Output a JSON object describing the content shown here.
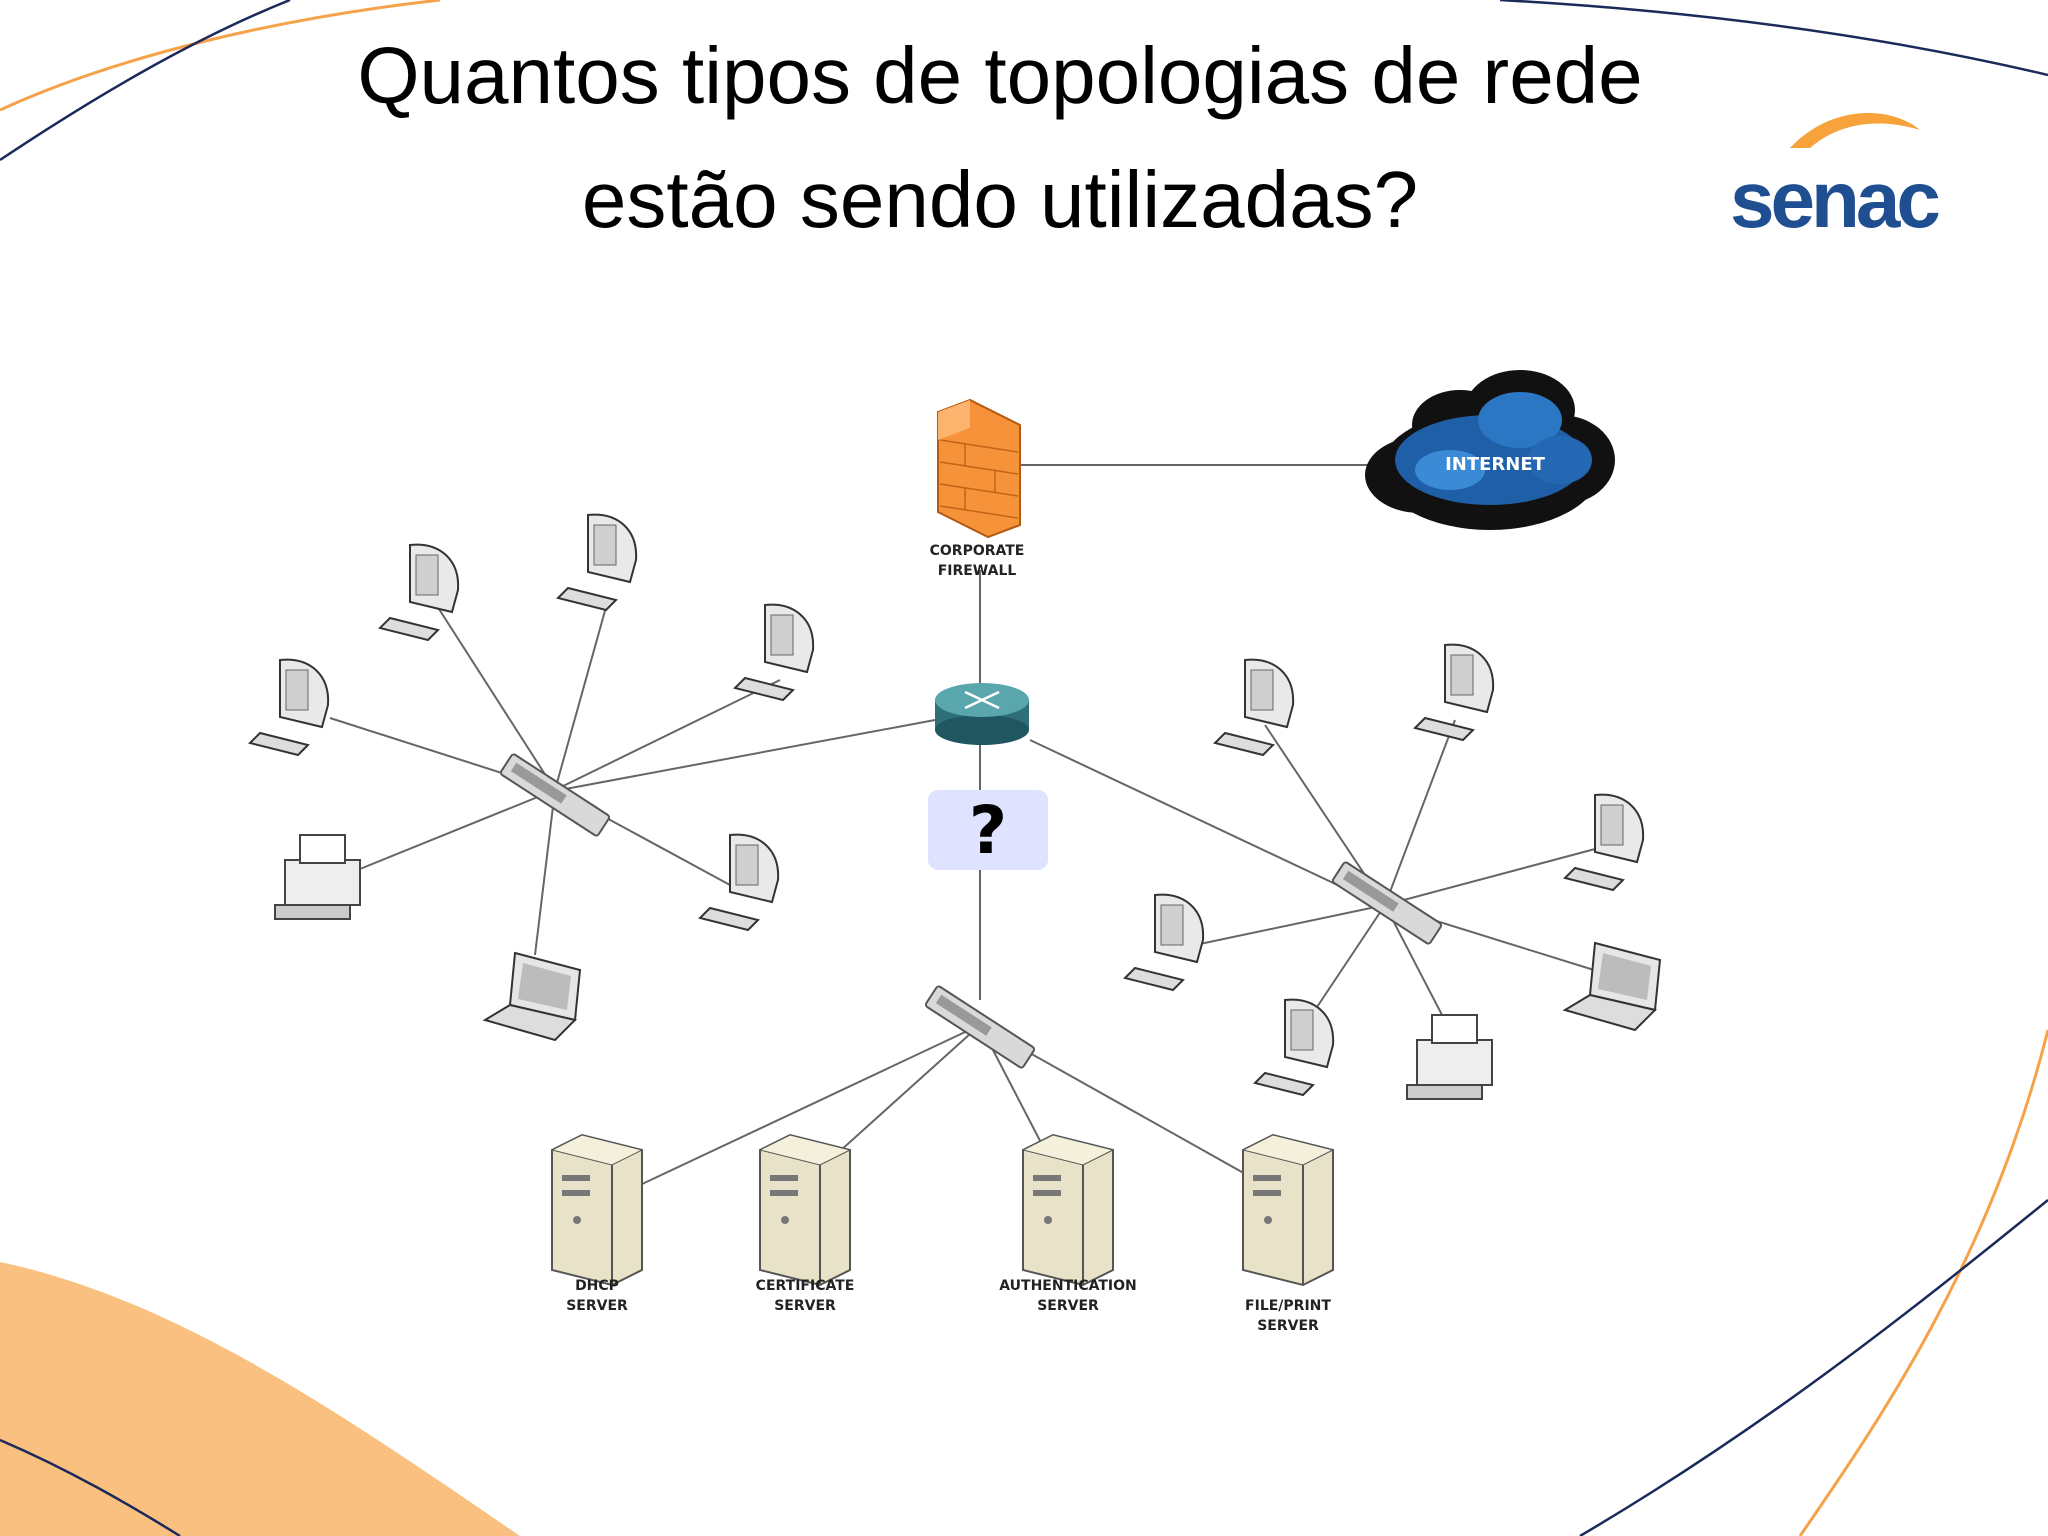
{
  "title": {
    "line1": "Quantos tipos de topologias de rede",
    "line2": "estão sendo utilizadas?"
  },
  "logo": {
    "text": "senac",
    "colors": {
      "word": "#1f4e91",
      "swoosh": "#f7a23b"
    }
  },
  "question_mark": "?",
  "diagram": {
    "firewall_label": [
      "CORPORATE",
      "FIREWALL"
    ],
    "internet_label": "INTERNET",
    "servers": [
      {
        "label": [
          "DHCP",
          "SERVER"
        ]
      },
      {
        "label": [
          "CERTIFICATE",
          "SERVER"
        ]
      },
      {
        "label": [
          "AUTHENTICATION",
          "SERVER"
        ]
      },
      {
        "label": [
          "FILE/PRINT",
          "SERVER"
        ]
      }
    ]
  },
  "colors": {
    "orange_swoosh": "#f9c07f",
    "navy_line": "#1b2a5a",
    "question_box": "#dfe3ff",
    "firewall": "#f6923a",
    "cloud": "#1e5fa8"
  }
}
